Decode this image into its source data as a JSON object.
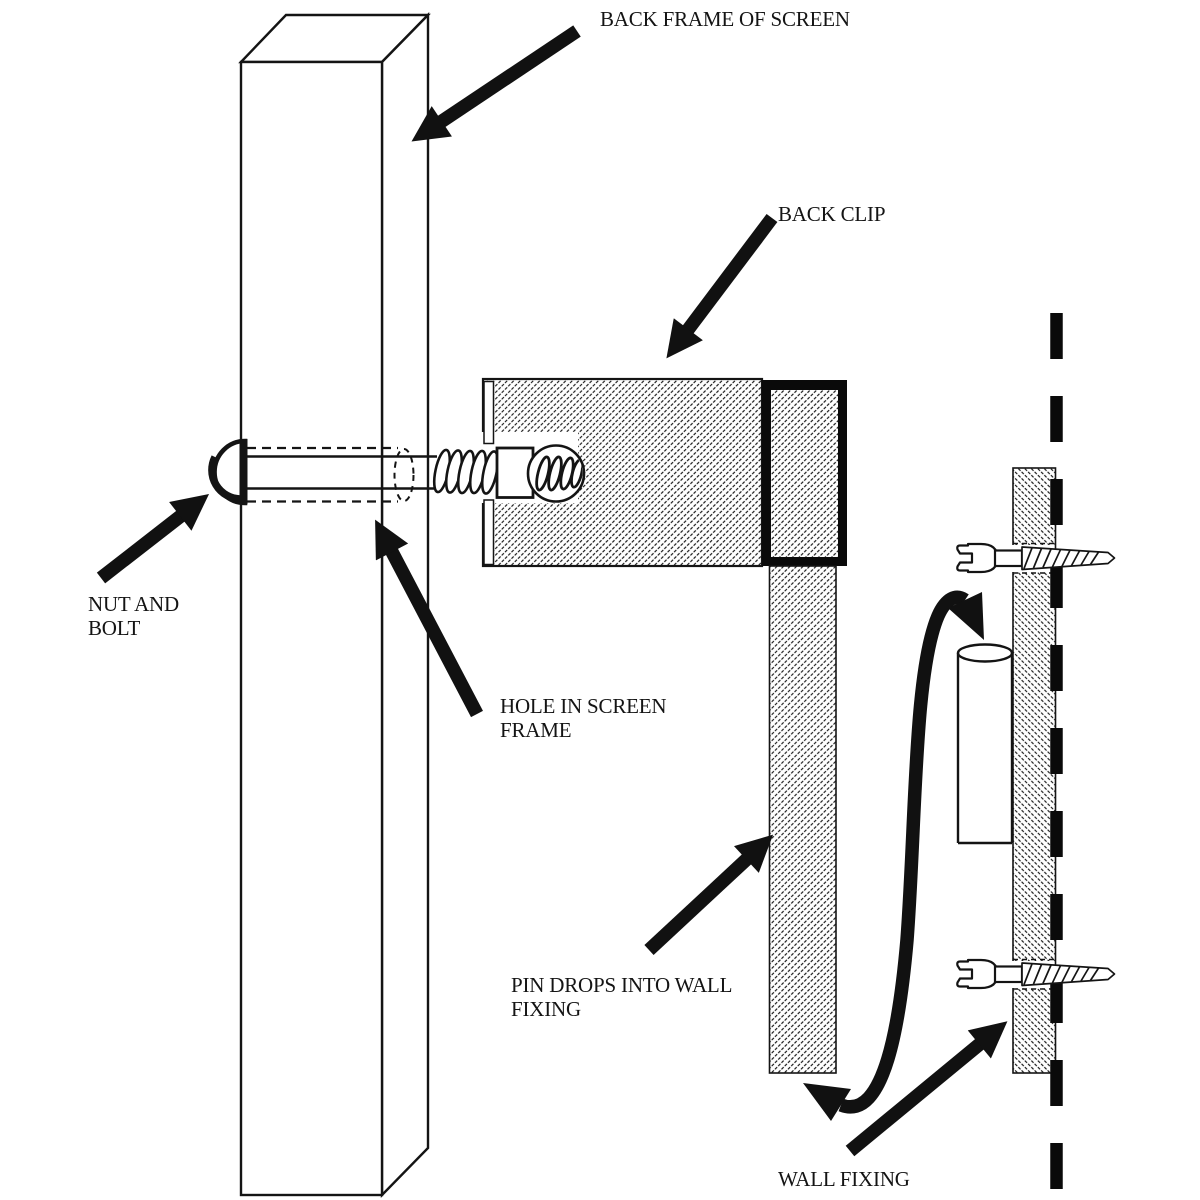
{
  "page": {
    "background_color": "#ffffff",
    "ink_color": "#141414"
  },
  "diagram": {
    "type": "technical-assembly-illustration",
    "labels": {
      "back_frame": "BACK FRAME OF SCREEN",
      "back_clip": "BACK CLIP",
      "nut_and_bolt": "NUT AND\nBOLT",
      "hole_in_frame": "HOLE IN SCREEN\nFRAME",
      "pin_drops": "PIN DROPS INTO WALL\nFIXING",
      "wall_fixing": "WALL FIXING"
    }
  }
}
